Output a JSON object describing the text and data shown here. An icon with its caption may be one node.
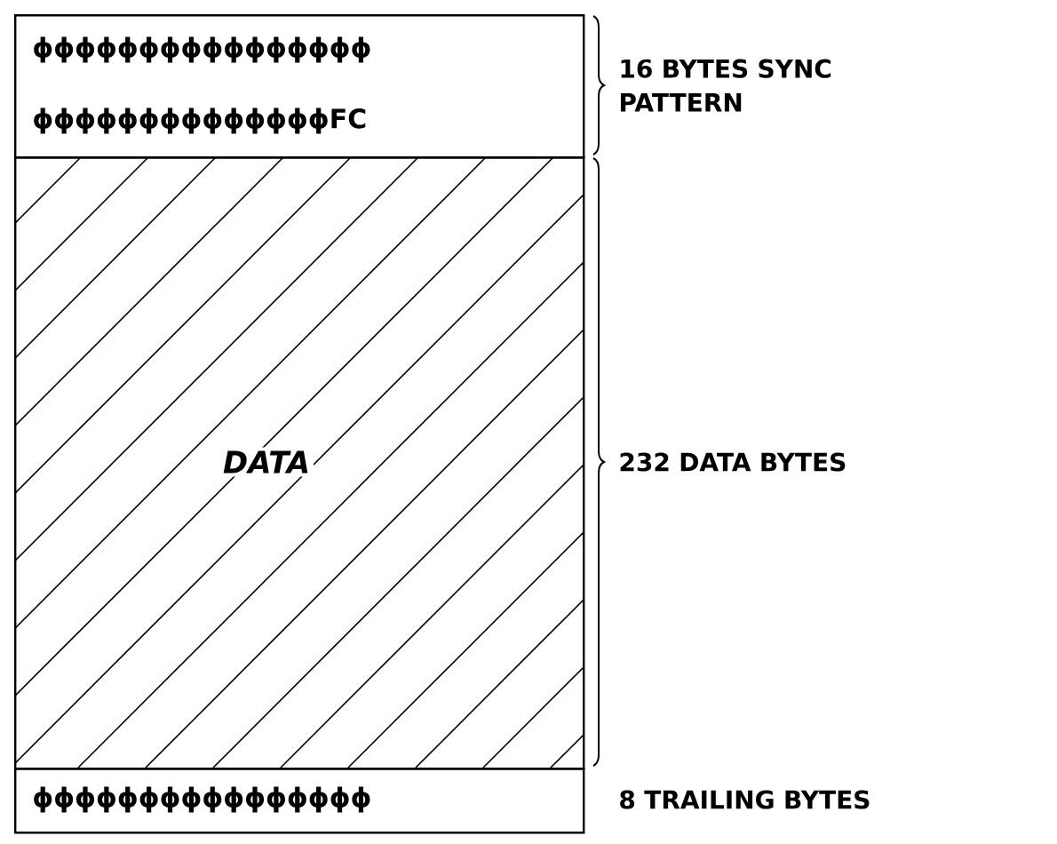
{
  "diagram": {
    "nodes": [
      {
        "text": [
          "ϕϕϕϕϕϕϕϕϕϕϕϕϕϕϕϕ",
          "ϕϕϕϕϕϕϕϕϕϕϕϕϕϕFC"
        ],
        "beside": [
          "16 BYTES SYNC PATTERN"
        ]
      },
      {
        "text": [
          "DATA"
        ],
        "beside": [
          "232 DATA BYTES"
        ]
      },
      {
        "text": [
          "ϕϕϕϕϕϕϕϕϕϕϕϕϕϕϕϕ"
        ],
        "beside": [
          "8 TRAILING BYTES"
        ]
      }
    ]
  }
}
